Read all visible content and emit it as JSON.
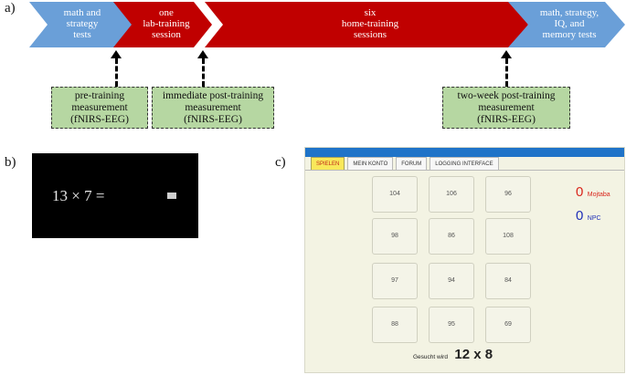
{
  "panel_labels": {
    "a": "a)",
    "b": "b)",
    "c": "c)"
  },
  "colors": {
    "blue_arrow": "#6a9fd8",
    "red_arrow": "#c00000",
    "measure_box": "#b6d7a2",
    "game_header": "#1f73c8",
    "score_red": "#d9261c",
    "score_blue": "#1f2fb8"
  },
  "flow": {
    "stages": [
      {
        "text": "math and\nstrategy\ntests"
      },
      {
        "text": "one\nlab-training\nsession"
      },
      {
        "text": "six\nhome-training\nsessions"
      },
      {
        "text": "math, strategy,\nIQ, and\nmemory tests"
      }
    ],
    "measurements": [
      {
        "lines": [
          "pre-training",
          "measurement",
          "(fNIRS-EEG)"
        ]
      },
      {
        "lines": [
          "immediate  post-training",
          "measurement",
          "(fNIRS-EEG)"
        ]
      },
      {
        "lines": [
          "two-week post-training",
          "measurement",
          "(fNIRS-EEG)"
        ]
      }
    ]
  },
  "task_screen": {
    "equation": "13 × 7 ="
  },
  "game": {
    "tabs": [
      "SPIELEN",
      "MEIN KONTO",
      "FORUM",
      "LOGGING INTERFACE"
    ],
    "grid": [
      [
        "104",
        "106",
        "96"
      ],
      [
        "98",
        "86",
        "108"
      ],
      [
        "97",
        "94",
        "84"
      ],
      [
        "88",
        "95",
        "69"
      ]
    ],
    "scores": [
      {
        "value": "0",
        "name": "Mojtaba"
      },
      {
        "value": "0",
        "name": "NPC"
      }
    ],
    "target_label": "Gesucht wird",
    "target_problem": "12 x 8"
  }
}
